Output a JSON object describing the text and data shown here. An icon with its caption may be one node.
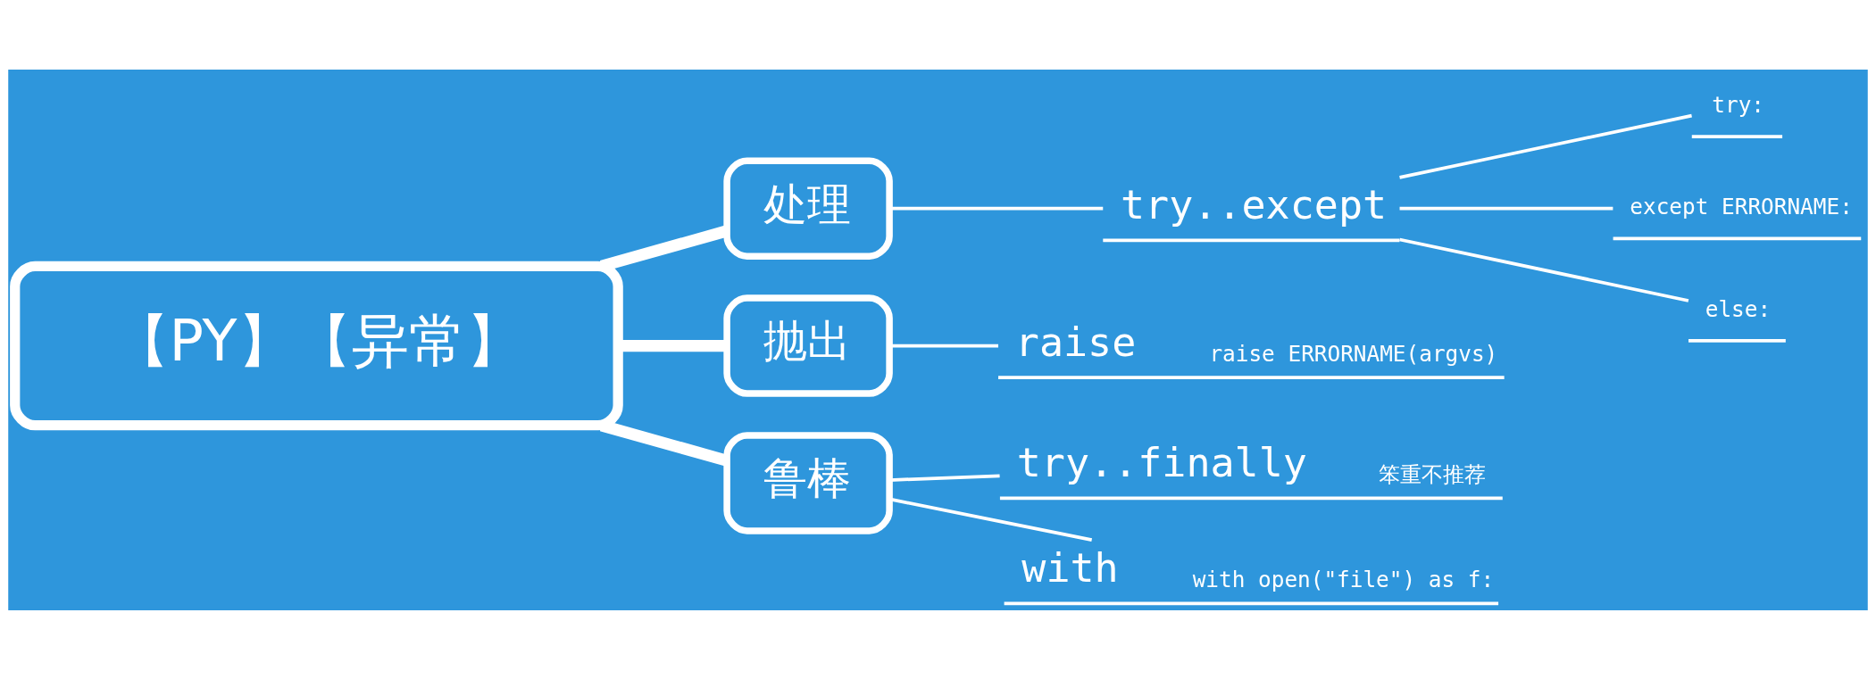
{
  "diagram": {
    "nodes": [
      {
        "text": [
          "【PY】【异常】"
        ]
      },
      {
        "text": [
          "处理"
        ]
      },
      {
        "text": [
          "抛出"
        ]
      },
      {
        "text": [
          "鲁棒"
        ]
      },
      {
        "text": [
          "try..except"
        ]
      },
      {
        "text": [
          "try:"
        ]
      },
      {
        "text": [
          "except ERRORNAME:"
        ]
      },
      {
        "text": [
          "else:"
        ]
      },
      {
        "text": [
          "raise",
          "raise ERRORNAME(argvs)"
        ]
      },
      {
        "text": [
          "try..finally",
          "笨重不推荐"
        ]
      },
      {
        "text": [
          "with",
          "with open(\"file\") as f:"
        ]
      }
    ],
    "edges": [
      {
        "from": 0,
        "to": 1,
        "arrow": "none",
        "style": "thick"
      },
      {
        "from": 0,
        "to": 2,
        "arrow": "none",
        "style": "thick"
      },
      {
        "from": 0,
        "to": 3,
        "arrow": "none",
        "style": "thick"
      },
      {
        "from": 1,
        "to": 4,
        "arrow": "none"
      },
      {
        "from": 4,
        "to": 5,
        "arrow": "none"
      },
      {
        "from": 4,
        "to": 6,
        "arrow": "none"
      },
      {
        "from": 4,
        "to": 7,
        "arrow": "none"
      },
      {
        "from": 2,
        "to": 8,
        "arrow": "none"
      },
      {
        "from": 3,
        "to": 9,
        "arrow": "none"
      },
      {
        "from": 3,
        "to": 10,
        "arrow": "none"
      }
    ]
  }
}
